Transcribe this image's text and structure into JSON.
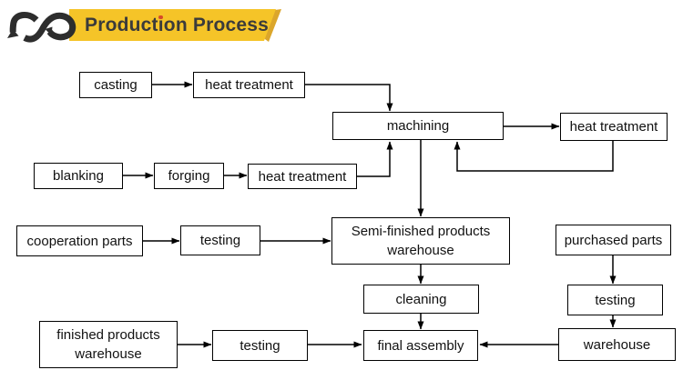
{
  "header": {
    "title": "Production Process",
    "title_parts": {
      "pre": "Product",
      "dotted_i": "i",
      "post": "on Process"
    },
    "logo": "infinity-arrows-icon"
  },
  "colors": {
    "banner_yellow": "#F5C428",
    "banner_tail": "#DBA62B",
    "logo_ink": "#2D2D2D",
    "title_ink": "#3B3B3B",
    "i_dot_red": "#D6492A",
    "box_border": "#000000",
    "box_text": "#111111",
    "line": "#000000",
    "background": "#FFFFFF"
  },
  "nodes": {
    "casting": "casting",
    "heat_treatment_top": "heat treatment",
    "machining": "machining",
    "heat_treatment_right": "heat treatment",
    "blanking": "blanking",
    "forging": "forging",
    "heat_treatment_mid": "heat treatment",
    "cooperation_parts": "cooperation parts",
    "testing_parts": "testing",
    "semi_finished_warehouse": "Semi-finished products warehouse",
    "purchased_parts": "purchased parts",
    "testing_purchased": "testing",
    "cleaning": "cleaning",
    "finished_products_warehouse": "finished products warehouse",
    "testing_final": "testing",
    "final_assembly": "final assembly",
    "warehouse": "warehouse"
  },
  "edges": [
    {
      "from": "casting",
      "to": "heat_treatment_top"
    },
    {
      "from": "heat_treatment_top",
      "to": "machining"
    },
    {
      "from": "machining",
      "to": "heat_treatment_right"
    },
    {
      "from": "heat_treatment_right",
      "to": "machining"
    },
    {
      "from": "blanking",
      "to": "forging"
    },
    {
      "from": "forging",
      "to": "heat_treatment_mid"
    },
    {
      "from": "heat_treatment_mid",
      "to": "machining"
    },
    {
      "from": "machining",
      "to": "semi_finished_warehouse"
    },
    {
      "from": "cooperation_parts",
      "to": "testing_parts"
    },
    {
      "from": "testing_parts",
      "to": "semi_finished_warehouse"
    },
    {
      "from": "semi_finished_warehouse",
      "to": "cleaning"
    },
    {
      "from": "cleaning",
      "to": "final_assembly"
    },
    {
      "from": "purchased_parts",
      "to": "testing_purchased"
    },
    {
      "from": "testing_purchased",
      "to": "warehouse"
    },
    {
      "from": "finished_products_warehouse",
      "to": "testing_final"
    },
    {
      "from": "testing_final",
      "to": "final_assembly"
    },
    {
      "from": "warehouse",
      "to": "final_assembly"
    }
  ]
}
